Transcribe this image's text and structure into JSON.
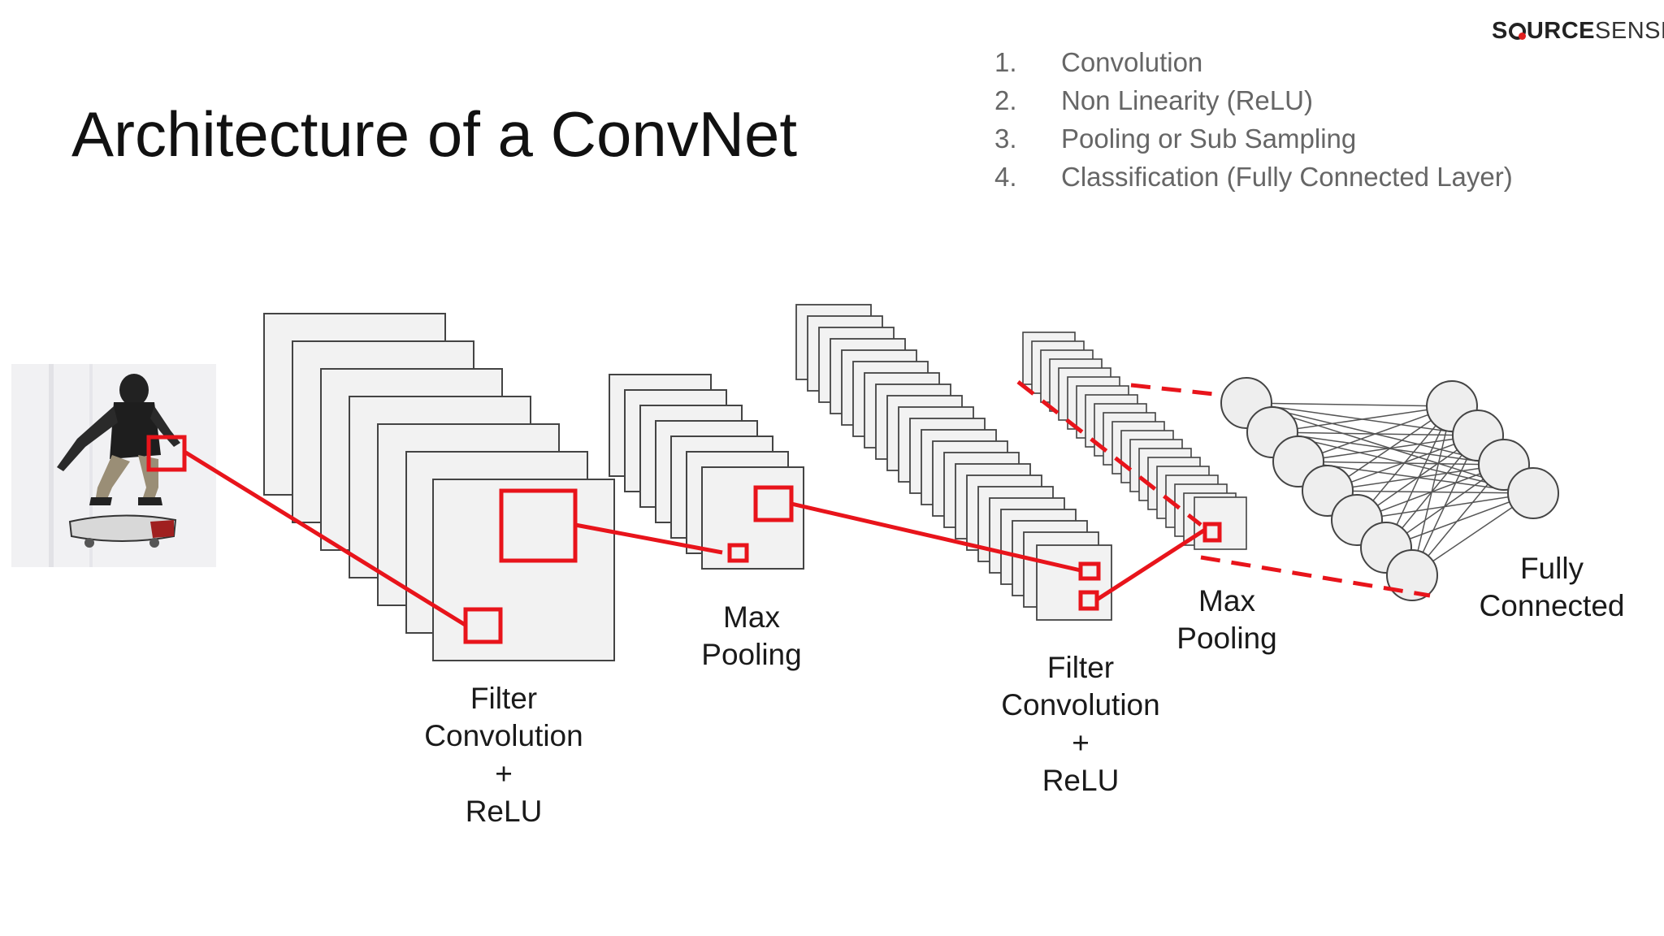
{
  "title": "Architecture of a ConvNet",
  "steps": [
    {
      "num": "1.",
      "text": "Convolution"
    },
    {
      "num": "2.",
      "text": "Non Linearity (ReLU)"
    },
    {
      "num": "3.",
      "text": "Pooling or Sub Sampling"
    },
    {
      "num": "4.",
      "text": "Classification (Fully Connected Layer)"
    }
  ],
  "logo": {
    "s": "S",
    "urce": "URCE",
    "sense": "SENSE"
  },
  "stages": {
    "conv1": {
      "line1": "Filter",
      "line2": "Convolution",
      "line3": "+",
      "line4": "ReLU"
    },
    "pool1": {
      "line1": "Max",
      "line2": "Pooling"
    },
    "conv2": {
      "line1": "Filter",
      "line2": "Convolution",
      "line3": "+",
      "line4": "ReLU"
    },
    "pool2": {
      "line1": "Max",
      "line2": "Pooling"
    },
    "fc": {
      "line1": "Fully",
      "line2": "Connected"
    }
  },
  "colors": {
    "accent": "#e8141b",
    "map_fill": "#f2f2f2",
    "map_stroke": "#444444",
    "text": "#1a1a1a",
    "muted": "#666666"
  },
  "icons": {
    "input_image": "skateboarder-photo-icon"
  }
}
